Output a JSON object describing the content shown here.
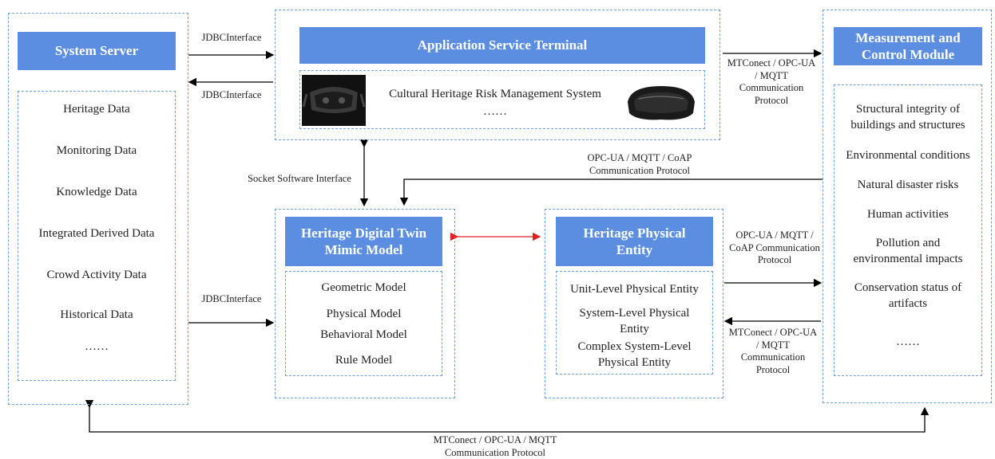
{
  "system_server": {
    "title": "System Server",
    "items": [
      "Heritage Data",
      "Monitoring Data",
      "Knowledge Data",
      "Integrated Derived Data",
      "Crowd Activity Data",
      "Historical Data",
      "……"
    ]
  },
  "app_terminal": {
    "title": "Application Service Terminal",
    "system_name": "Cultural Heritage Risk Management System",
    "ellipsis": "……"
  },
  "measurement": {
    "title": "Measurement and Control Module",
    "items": [
      "Structural integrity of buildings and structures",
      "Environmental conditions",
      "Natural disaster risks",
      "Human activities",
      "Pollution and environmental impacts",
      "Conservation status of artifacts",
      "……"
    ]
  },
  "digital_twin": {
    "title": "Heritage Digital Twin Mimic Model",
    "items": [
      "Geometric Model",
      "Physical Model",
      "Behavioral Model",
      "Rule Model"
    ]
  },
  "physical_entity": {
    "title": "Heritage Physical Entity",
    "items": [
      "Unit-Level Physical Entity",
      "System-Level Physical Entity",
      "Complex System-Level Physical Entity"
    ]
  },
  "labels": {
    "jdbc_top": "JDBCInterface",
    "jdbc_mid": "JDBCInterface",
    "jdbc_bottom": "JDBCInterface",
    "socket": "Socket Software Interface",
    "mtconect_top": "MTConect / OPC-UA / MQTT Communication Protocol",
    "opcua_coap_top": "OPC-UA / MQTT / CoAP Communication Protocol",
    "opcua_coap_mid": "OPC-UA / MQTT / CoAP Communication Protocol",
    "mtconect_mid": "MTConect / OPC-UA / MQTT Communication Protocol",
    "mtconect_bottom": "MTConect / OPC-UA / MQTT Communication Protocol"
  },
  "icons": [
    "vr-headset-icon",
    "ar-glasses-icon"
  ],
  "colors": {
    "title_fill": "#5b8de0",
    "dashed_border": "#6f9fd8",
    "arrow": "#000000",
    "bidirectional_arrow": "#e02020"
  }
}
